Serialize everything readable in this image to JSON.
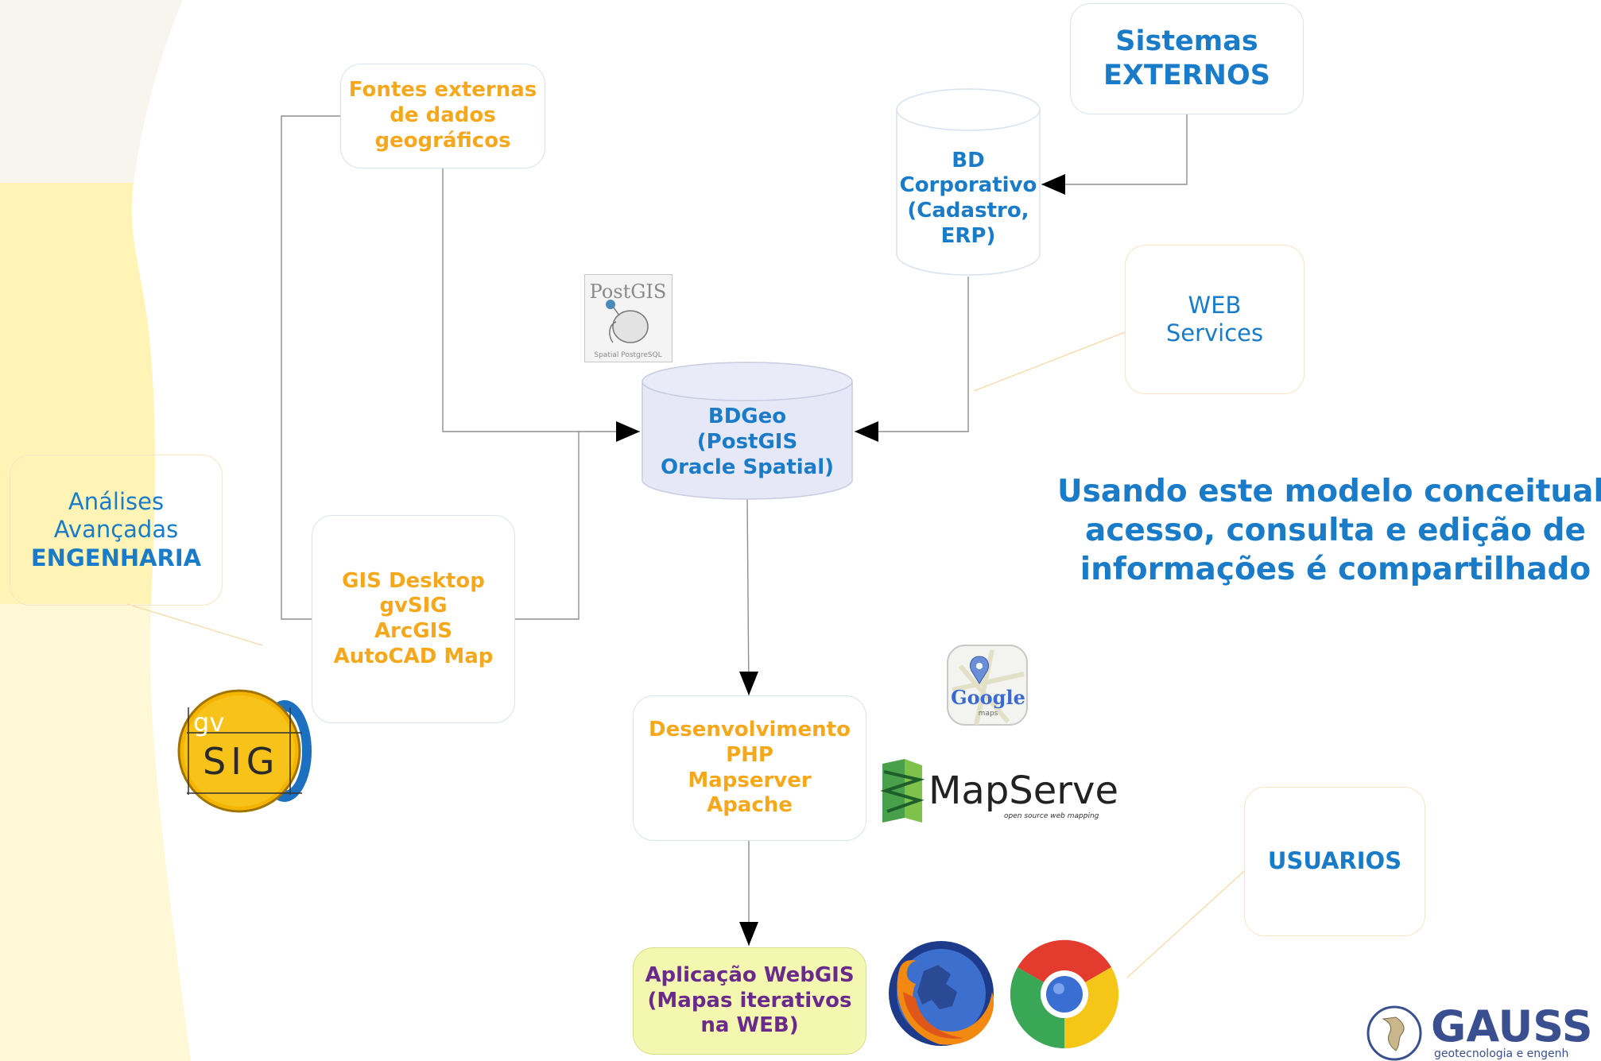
{
  "nodes": {
    "fontes": [
      "Fontes externas",
      "de dados",
      "geográficos"
    ],
    "sistemas": [
      "Sistemas",
      "EXTERNOS"
    ],
    "bd_corporativo": [
      "BD",
      "Corporativo",
      "(Cadastro,",
      "ERP)"
    ],
    "web_services": [
      "WEB",
      "Services"
    ],
    "bdgeo": [
      "BDGeo",
      "(PostGIS",
      "Oracle Spatial)"
    ],
    "analises": [
      "Análises",
      "Avançadas",
      "ENGENHARIA"
    ],
    "gis_desktop": [
      "GIS Desktop",
      "gvSIG",
      "ArcGIS",
      "AutoCAD Map"
    ],
    "desenvolvimento": [
      "Desenvolvimento",
      "PHP",
      "Mapserver",
      "Apache"
    ],
    "usuarios": [
      "USUARIOS"
    ],
    "webgis": [
      "Aplicação WebGIS",
      "(Mapas iterativos",
      "na WEB)"
    ]
  },
  "statement": [
    "Usando este modelo conceitual, o",
    "acesso, consulta e edição de",
    "informações é compartilhado"
  ],
  "logos": {
    "postgis_title": "PostGIS",
    "postgis_sub": "Spatial PostgreSQL",
    "gvsig_top": "gv",
    "gvsig_bottom": "SIG",
    "google_maps": "Google",
    "google_maps_sub": "maps",
    "mapserver": "MapServer",
    "mapserver_sub": "open source web mapping",
    "gauss": "GAUSS",
    "gauss_sub": "geotecnologia e engenh"
  },
  "colors": {
    "orange": "#f5a81c",
    "blue": "#1a7cc8",
    "purple": "#6a2a8c",
    "bdgeo_fill": "#e6e8f8",
    "webgis_fill": "#f4f7b0",
    "background_cream": "#fffbea",
    "background_yellow": "#fff3b0"
  }
}
